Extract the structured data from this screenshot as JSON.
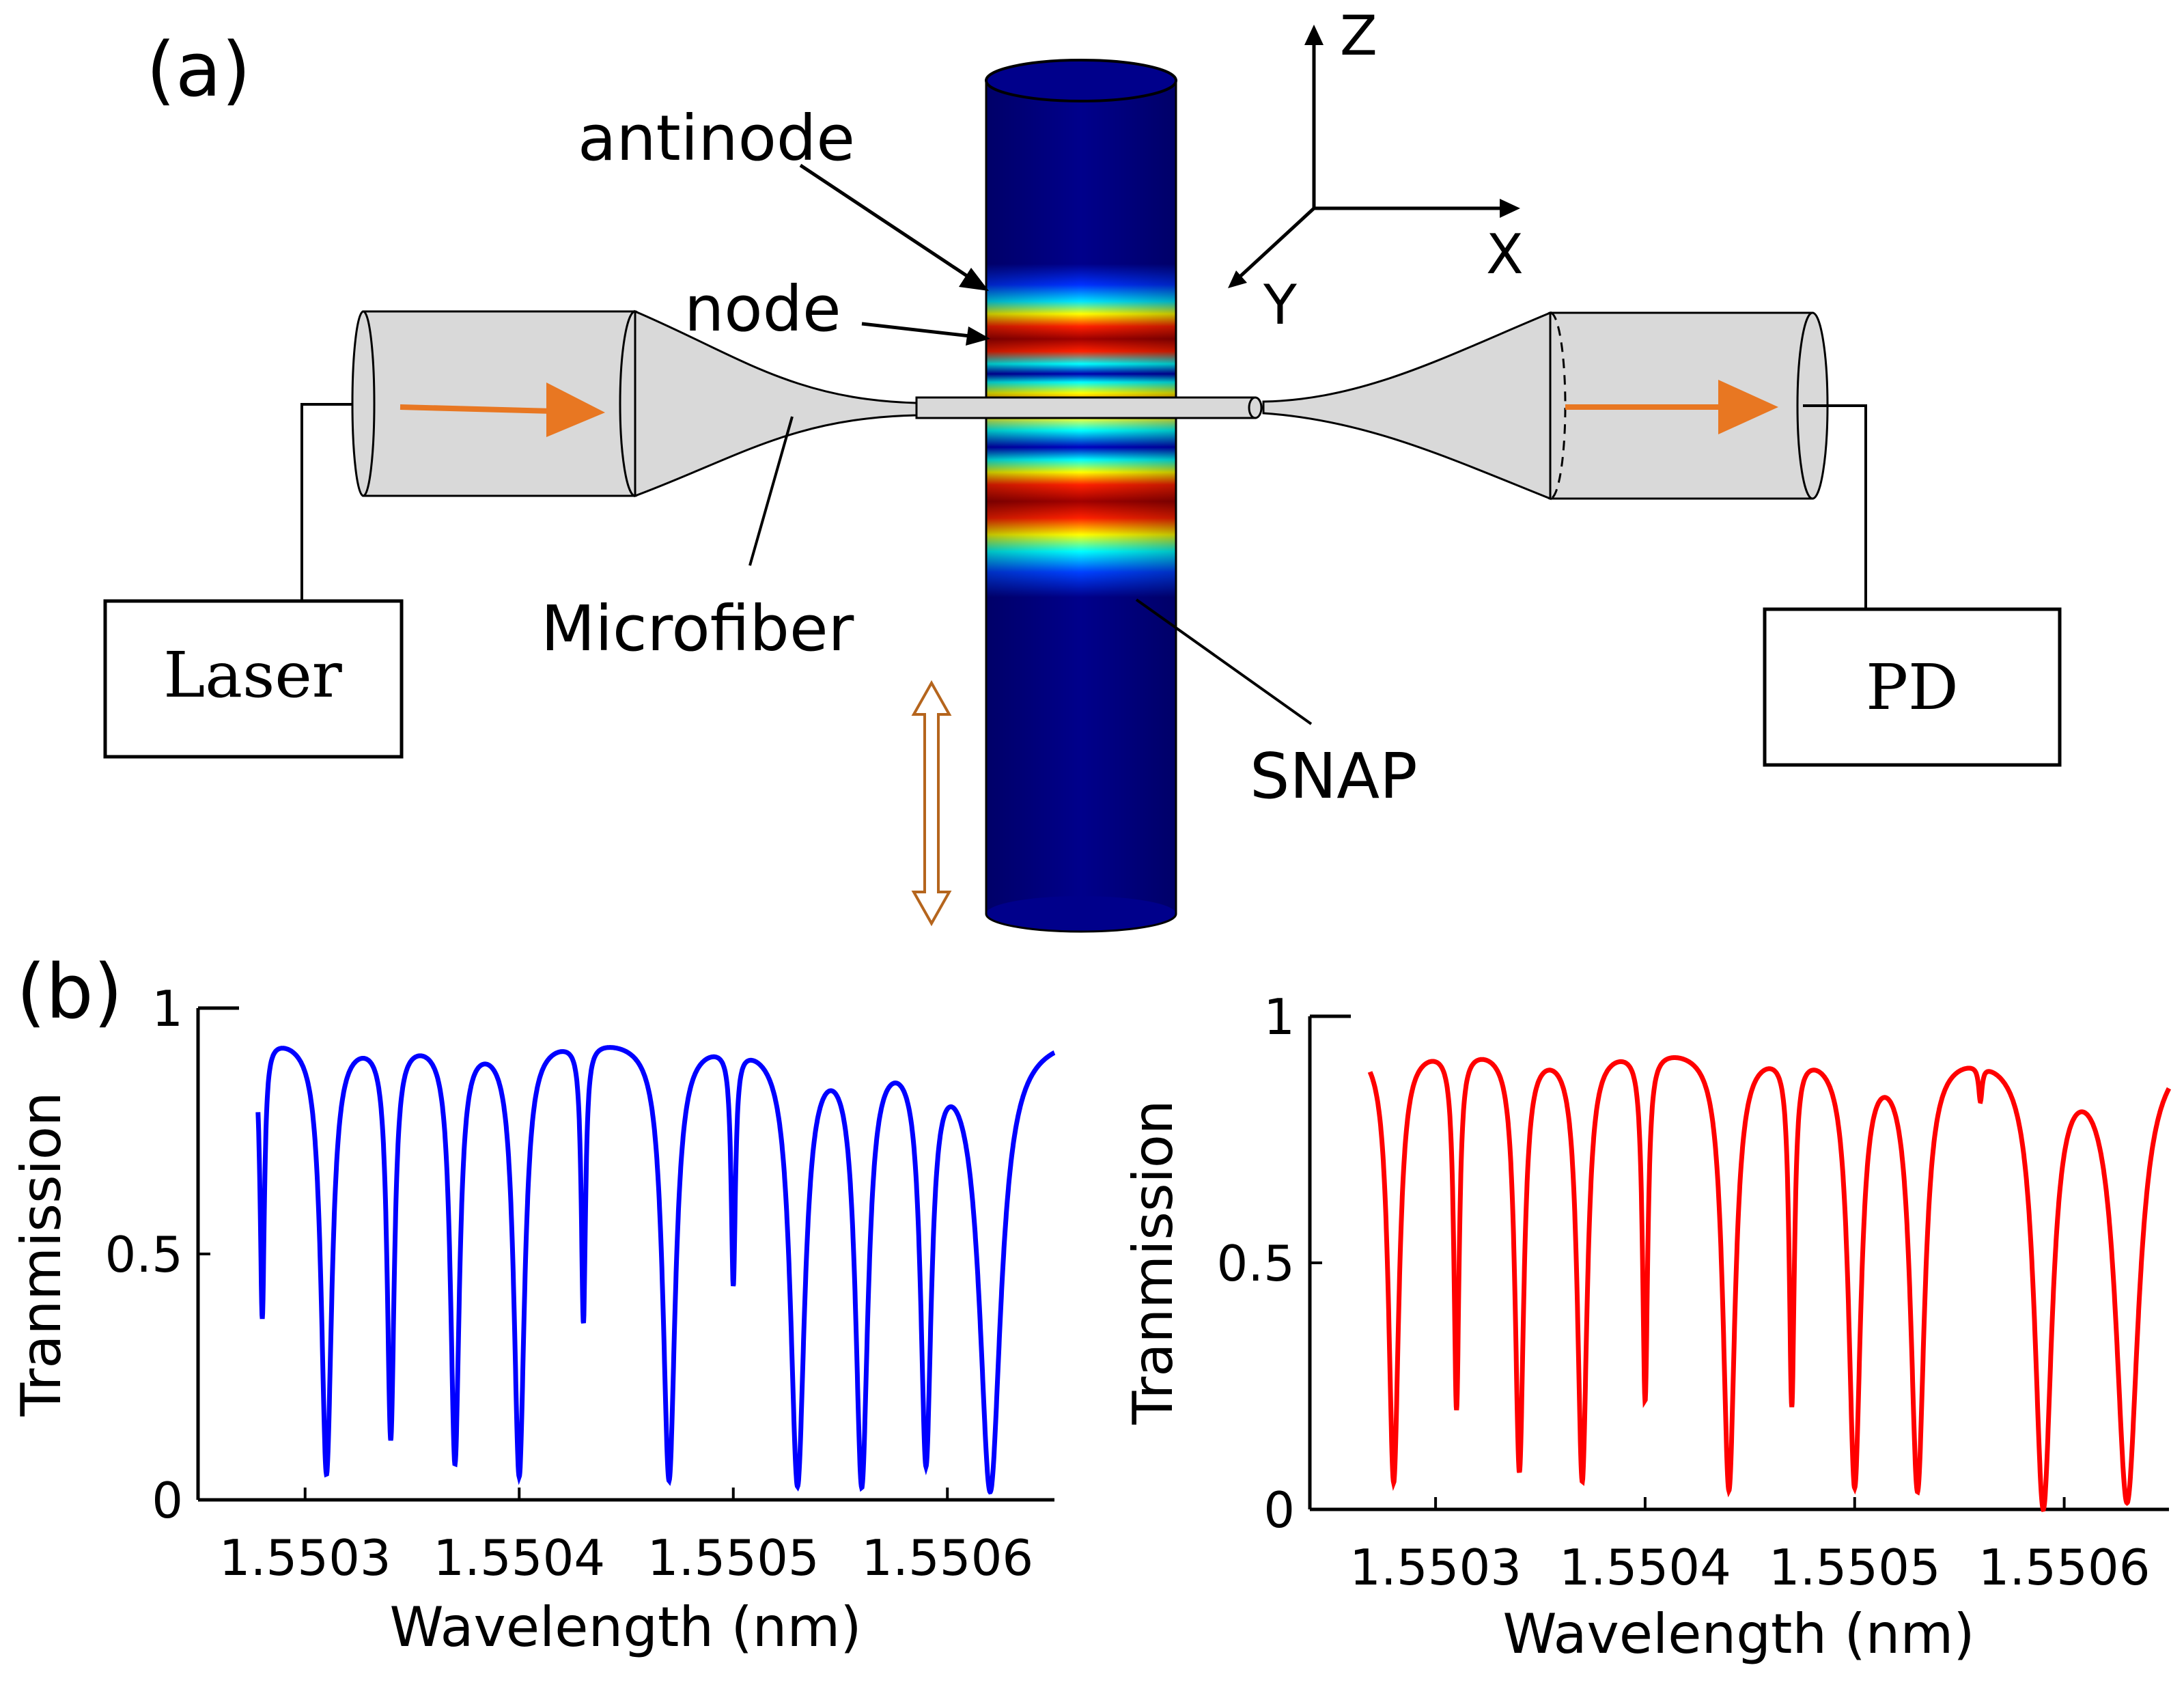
{
  "panel_a": {
    "label": "(a)",
    "laser_label": "Laser",
    "pd_label": "PD",
    "microfiber_label": "Microfiber",
    "snap_label": "SNAP",
    "antinode_label": "antinode",
    "node_label": "node",
    "axis_z": "Z",
    "axis_x": "X",
    "axis_y": "Y",
    "colors": {
      "fiber_gray": "#d9d9d9",
      "light_arrow": "#e87722",
      "double_arrow": "#b5651d",
      "snap_base": "#00008b"
    }
  },
  "panel_b": {
    "label": "(b)"
  },
  "chart_data": [
    {
      "type": "line",
      "color": "#0000ff",
      "xlabel": "Wavelength (nm)",
      "ylabel": "Tranmission",
      "xlim": [
        1.55025,
        1.55065
      ],
      "ylim": [
        0,
        1
      ],
      "xticks": [
        "1.5503",
        "1.5504",
        "1.5505",
        "1.5506"
      ],
      "yticks": [
        "0",
        "0.5",
        "1"
      ],
      "baseline": 0.95,
      "dips": [
        {
          "x": 1.55028,
          "min": 0.38,
          "width": 1.2e-06
        },
        {
          "x": 1.55031,
          "min": 0.06,
          "width": 3e-06
        },
        {
          "x": 1.55034,
          "min": 0.14,
          "width": 2e-06
        },
        {
          "x": 1.55037,
          "min": 0.09,
          "width": 2.5e-06
        },
        {
          "x": 1.5504,
          "min": 0.06,
          "width": 3e-06
        },
        {
          "x": 1.55043,
          "min": 0.38,
          "width": 1.2e-06
        },
        {
          "x": 1.55047,
          "min": 0.05,
          "width": 3.5e-06
        },
        {
          "x": 1.5505,
          "min": 0.47,
          "width": 1.2e-06
        },
        {
          "x": 1.55053,
          "min": 0.05,
          "width": 4e-06
        },
        {
          "x": 1.55056,
          "min": 0.06,
          "width": 3.5e-06
        },
        {
          "x": 1.55059,
          "min": 0.12,
          "width": 3e-06
        },
        {
          "x": 1.55062,
          "min": 0.03,
          "width": 6e-06
        }
      ]
    },
    {
      "type": "line",
      "color": "#ff0000",
      "xlabel": "Wavelength (nm)",
      "ylabel": "Tranmission",
      "xlim": [
        1.55024,
        1.55065
      ],
      "ylim": [
        0,
        1
      ],
      "xticks": [
        "1.5503",
        "1.5504",
        "1.5505",
        "1.5506"
      ],
      "yticks": [
        "0",
        "0.5",
        "1"
      ],
      "baseline": 0.95,
      "dips": [
        {
          "x": 1.55028,
          "min": 0.06,
          "width": 3e-06
        },
        {
          "x": 1.55031,
          "min": 0.22,
          "width": 1.5e-06
        },
        {
          "x": 1.55034,
          "min": 0.09,
          "width": 2.5e-06
        },
        {
          "x": 1.55037,
          "min": 0.07,
          "width": 2.8e-06
        },
        {
          "x": 1.5504,
          "min": 0.24,
          "width": 1.5e-06
        },
        {
          "x": 1.55044,
          "min": 0.05,
          "width": 3.5e-06
        },
        {
          "x": 1.55047,
          "min": 0.24,
          "width": 1.5e-06
        },
        {
          "x": 1.5505,
          "min": 0.07,
          "width": 3.5e-06
        },
        {
          "x": 1.55053,
          "min": 0.06,
          "width": 4e-06
        },
        {
          "x": 1.55056,
          "min": 0.88,
          "width": 1e-06
        },
        {
          "x": 1.55059,
          "min": 0.03,
          "width": 5e-06
        },
        {
          "x": 1.55063,
          "min": 0.03,
          "width": 6.5e-06
        }
      ]
    }
  ]
}
